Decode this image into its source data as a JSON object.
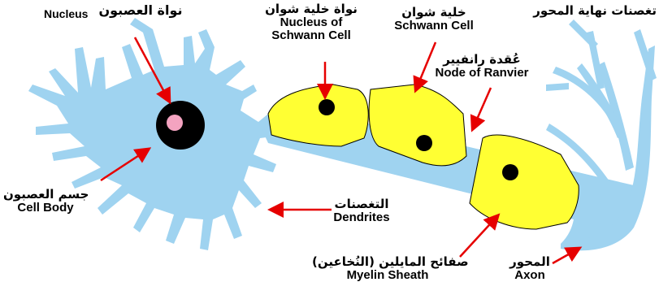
{
  "labels": {
    "nucleus": {
      "ar": "نواة العصبون",
      "en": "Nucleus"
    },
    "nucleus_schwann": {
      "ar": "نواة خلية شوان",
      "en_line1": "Nucleus of",
      "en_line2": "Schwann Cell"
    },
    "schwann_cell": {
      "ar": "خلية شوان",
      "en": "Schwann Cell"
    },
    "axon_terminals": {
      "ar": "تغصنات نهاية المحور"
    },
    "node_ranvier": {
      "ar": "عُقدة رانفيير",
      "en": "Node of Ranvier"
    },
    "cell_body": {
      "ar": "جسم العصبون",
      "en": "Cell Body"
    },
    "dendrites": {
      "ar": "التغصنات",
      "en": "Dendrites"
    },
    "myelin": {
      "ar": "صفائح المايلين (النُخاعين)",
      "en": "Myelin Sheath"
    },
    "axon": {
      "ar": "المحور",
      "en": "Axon"
    }
  },
  "colors": {
    "neuron": "#9fd3f0",
    "outline": "#000000",
    "myelin": "#ffff33",
    "nucleus": "#000000",
    "nucleolus": "#f4a3c0",
    "arrow": "#e60000"
  }
}
